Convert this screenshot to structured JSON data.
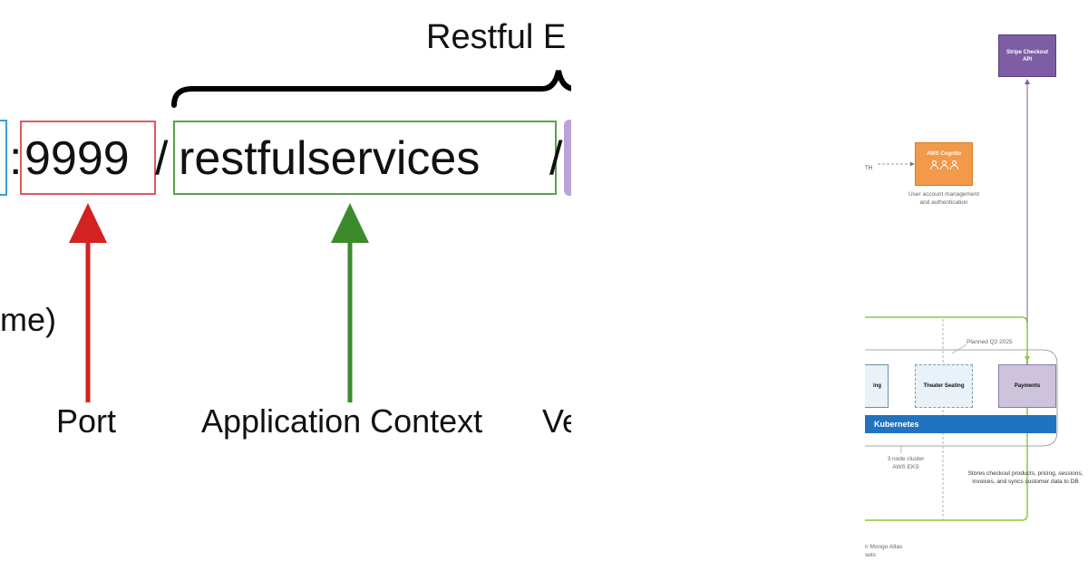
{
  "url_anatomy": {
    "bracket_title": "Restful E",
    "port_separator": ":",
    "port_value": "9999",
    "path_separator": "/",
    "context_value": "restfulservices",
    "trailing_separator": "/",
    "scheme_label": "me)",
    "port_label": "Port",
    "context_label": "Application Context",
    "version_label": "Ve",
    "colors": {
      "host": "#3aa0d8",
      "port": "#e05a5a",
      "context": "#5aa04c",
      "version": "#b9a3d8",
      "port_arrow": "#d32222",
      "context_arrow": "#3d8a2c"
    }
  },
  "architecture": {
    "stripe": {
      "line1": "Stripe Checkout",
      "line2": "API"
    },
    "cognito": {
      "title": "AWS Cognito",
      "icon": "users-icon",
      "description_line1": "User account management",
      "description_line2": "and authentication"
    },
    "auth_edge_label": "TH",
    "planned_label": "Planned Q2 2025",
    "booking_label": "ing",
    "seating_label": "Theater Seating",
    "payments_label": "Payments",
    "kubernetes_label": "Kubernetes",
    "cluster_line1": "3 node cluster",
    "cluster_line2": "AWS EKS",
    "payments_desc_line1": "Stores checkout products, pricing, sessions,",
    "payments_desc_line2": "invoices,  and syncs customer data to DB",
    "mongo_line1": "n Mongo Atlas",
    "mongo_line2": "sets",
    "colors": {
      "stripe": "#7d5ea4",
      "cognito": "#f2994a",
      "payments": "#cdc3dd",
      "kubernetes": "#1f73c1",
      "group_border": "#8dc63f",
      "service_fill": "#e9f2f8"
    }
  }
}
